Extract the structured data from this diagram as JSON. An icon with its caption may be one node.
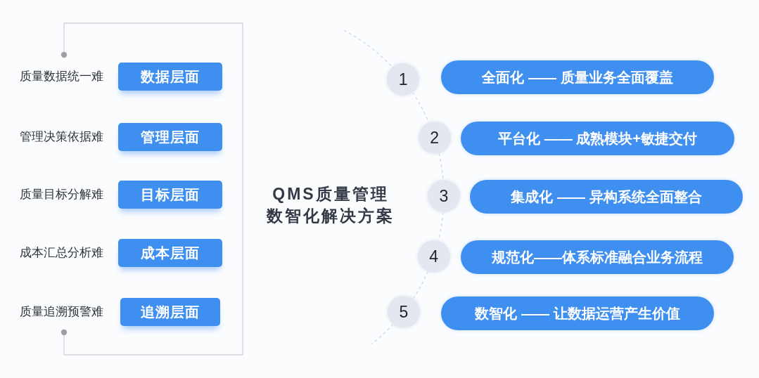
{
  "diagram": {
    "title": "QMS质量管理数智化解决方案",
    "nodes": [
      {
        "text": [
          "数据层面"
        ],
        "beside": [
          "质量数据统一难"
        ]
      },
      {
        "text": [
          "管理层面"
        ],
        "beside": [
          "管理决策依据难"
        ]
      },
      {
        "text": [
          "目标层面"
        ],
        "beside": [
          "质量目标分解难"
        ]
      },
      {
        "text": [
          "成本层面"
        ],
        "beside": [
          "成本汇总分析难"
        ]
      },
      {
        "text": [
          "追溯层面"
        ],
        "beside": [
          "质量追溯预警难"
        ]
      },
      {
        "text": [
          "1"
        ]
      },
      {
        "text": [
          "全面化 —— 质量业务全面覆盖"
        ]
      },
      {
        "text": [
          "2"
        ]
      },
      {
        "text": [
          "平台化 —— 成熟模块+敏捷交付"
        ]
      },
      {
        "text": [
          "3"
        ]
      },
      {
        "text": [
          "集成化 —— 异构系统全面整合"
        ]
      },
      {
        "text": [
          "4"
        ]
      },
      {
        "text": [
          "规范化——体系标准融合业务流程"
        ]
      },
      {
        "text": [
          "5"
        ]
      },
      {
        "text": [
          "数智化 —— 让数据运营产生价值"
        ]
      }
    ],
    "edges": [
      {
        "from": null,
        "to": 5,
        "arrow": "none",
        "style": "dashed"
      },
      {
        "from": 5,
        "to": 7,
        "arrow": "none",
        "style": "dashed"
      },
      {
        "from": 7,
        "to": 9,
        "arrow": "none",
        "style": "dashed"
      },
      {
        "from": 9,
        "to": 11,
        "arrow": "none",
        "style": "dashed"
      },
      {
        "from": 11,
        "to": 13,
        "arrow": "none",
        "style": "dashed"
      },
      {
        "from": 13,
        "to": null,
        "arrow": "none",
        "style": "dashed"
      }
    ]
  }
}
